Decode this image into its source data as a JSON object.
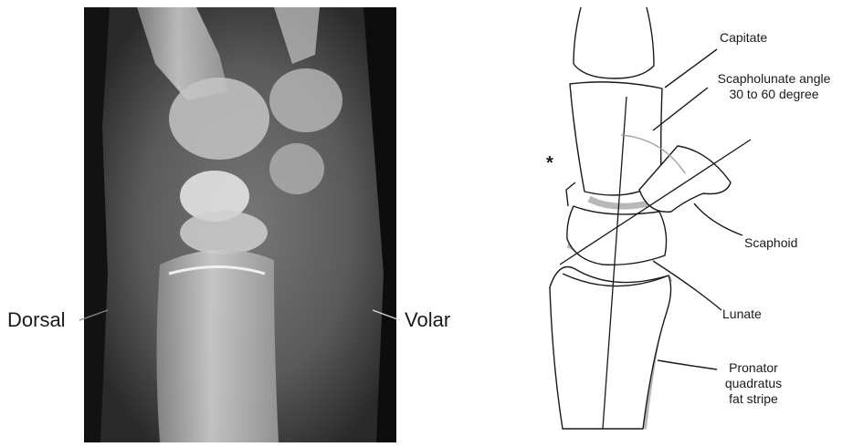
{
  "xray": {
    "left_label": "Dorsal",
    "right_label": "Volar"
  },
  "diagram": {
    "labels": {
      "capitate": "Capitate",
      "angle_line1": "Scapholunate angle",
      "angle_line2": "30 to 60 degree",
      "asterisk": "*",
      "scaphoid": "Scaphoid",
      "lunate": "Lunate",
      "pronator_line1": "Pronator",
      "pronator_line2": "quadratus",
      "pronator_line3": "fat stripe"
    }
  },
  "colors": {
    "xray_bg": "#121212",
    "xray_soft_tissue": "#5f5f5f",
    "bone": "#d8d8d8",
    "outline": "#1a1a1a",
    "highlight_gray": "#b8b8b8"
  }
}
